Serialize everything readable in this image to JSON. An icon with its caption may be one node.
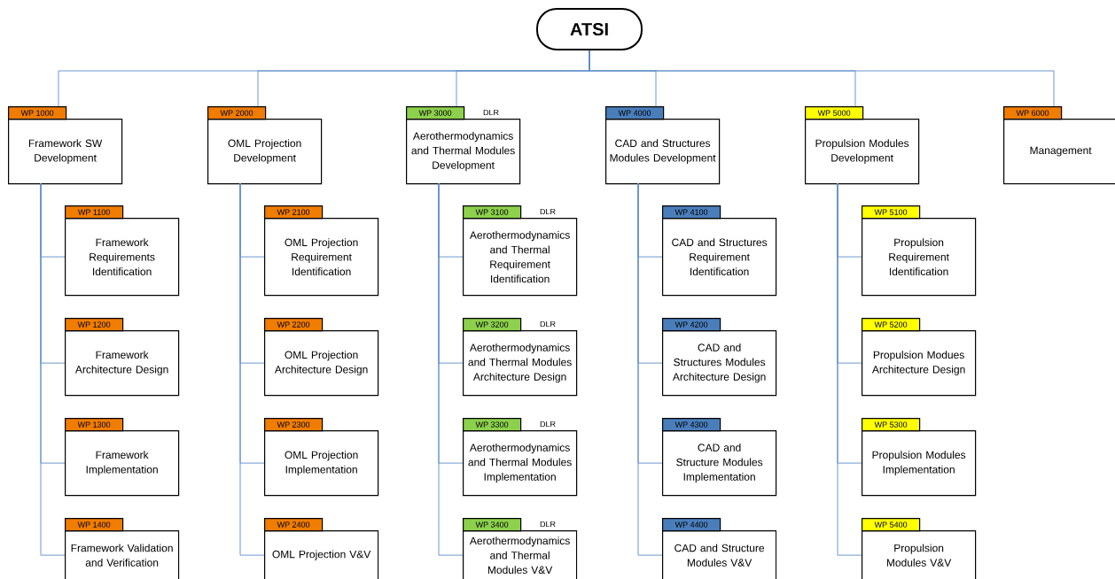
{
  "diagram": {
    "nodes": [
      {
        "text": [
          "ATSI"
        ]
      },
      {
        "text": [
          "WP 1000",
          "Framework SW Development"
        ]
      },
      {
        "text": [
          "WP 1100",
          "Framework Requirements Identification"
        ]
      },
      {
        "text": [
          "WP 1200",
          "Framework Architecture Design"
        ]
      },
      {
        "text": [
          "WP 1300",
          "Framework Implementation"
        ]
      },
      {
        "text": [
          "WP 1400",
          "Framework Validation and Verification"
        ]
      },
      {
        "text": [
          "WP 2000",
          "OML Projection Development"
        ]
      },
      {
        "text": [
          "WP 2100",
          "OML Projection Requirement Identification"
        ]
      },
      {
        "text": [
          "WP 2200",
          "OML Projection Architecture Design"
        ]
      },
      {
        "text": [
          "WP 2300",
          "OML Projection Implementation"
        ]
      },
      {
        "text": [
          "WP 2400",
          "OML Projection V&V"
        ]
      },
      {
        "text": [
          "WP 3000",
          "Aerothermodynamics and Thermal Modules Development"
        ],
        "beside": [
          "DLR"
        ]
      },
      {
        "text": [
          "WP 3100",
          "Aerothermodynamics and Thermal Requirement Identification"
        ],
        "beside": [
          "DLR"
        ]
      },
      {
        "text": [
          "WP 3200",
          "Aerothermodynamics and Thermal Modules Architecture Design"
        ],
        "beside": [
          "DLR"
        ]
      },
      {
        "text": [
          "WP 3300",
          "Aerothermodynamics and Thermal Modules Implementation"
        ],
        "beside": [
          "DLR"
        ]
      },
      {
        "text": [
          "WP 3400",
          "Aerothermodynamics and Thermal Modules V&V"
        ],
        "beside": [
          "DLR"
        ]
      },
      {
        "text": [
          "WP 4000",
          "CAD and Structures Modules Development"
        ]
      },
      {
        "text": [
          "WP 4100",
          "CAD and Structures Requirement Identification"
        ]
      },
      {
        "text": [
          "WP 4200",
          "CAD and Structures Modules Architecture Design"
        ]
      },
      {
        "text": [
          "WP 4300",
          "CAD and Structure Modules Implementation"
        ]
      },
      {
        "text": [
          "WP 4400",
          "CAD and Structure Modules V&V"
        ]
      },
      {
        "text": [
          "WP 5000",
          "Propulsion Modules Development"
        ]
      },
      {
        "text": [
          "WP 5100",
          "Propulsion Requirement Identification"
        ]
      },
      {
        "text": [
          "WP 5200",
          "Propulsion Modues Architecture Design"
        ]
      },
      {
        "text": [
          "WP 5300",
          "Propulsion Modules Implementation"
        ]
      },
      {
        "text": [
          "WP 5400",
          "Propulsion Modules V&V"
        ]
      },
      {
        "text": [
          "WP 6000",
          "Management"
        ]
      }
    ],
    "edges": [
      {
        "from": 0,
        "to": 1,
        "arrow": "none"
      },
      {
        "from": 0,
        "to": 6,
        "arrow": "none"
      },
      {
        "from": 0,
        "to": 11,
        "arrow": "none"
      },
      {
        "from": 0,
        "to": 16,
        "arrow": "none"
      },
      {
        "from": 0,
        "to": 21,
        "arrow": "none"
      },
      {
        "from": 0,
        "to": 26,
        "arrow": "none"
      },
      {
        "from": 1,
        "to": 2,
        "arrow": "none"
      },
      {
        "from": 1,
        "to": 3,
        "arrow": "none"
      },
      {
        "from": 1,
        "to": 4,
        "arrow": "none"
      },
      {
        "from": 1,
        "to": 5,
        "arrow": "none"
      },
      {
        "from": 6,
        "to": 7,
        "arrow": "none"
      },
      {
        "from": 6,
        "to": 8,
        "arrow": "none"
      },
      {
        "from": 6,
        "to": 9,
        "arrow": "none"
      },
      {
        "from": 6,
        "to": 10,
        "arrow": "none"
      },
      {
        "from": 11,
        "to": 12,
        "arrow": "none"
      },
      {
        "from": 11,
        "to": 13,
        "arrow": "none"
      },
      {
        "from": 11,
        "to": 14,
        "arrow": "none"
      },
      {
        "from": 11,
        "to": 15,
        "arrow": "none"
      },
      {
        "from": 16,
        "to": 17,
        "arrow": "none"
      },
      {
        "from": 16,
        "to": 18,
        "arrow": "none"
      },
      {
        "from": 16,
        "to": 19,
        "arrow": "none"
      },
      {
        "from": 16,
        "to": 20,
        "arrow": "none"
      },
      {
        "from": 21,
        "to": 22,
        "arrow": "none"
      },
      {
        "from": 21,
        "to": 23,
        "arrow": "none"
      },
      {
        "from": 21,
        "to": 24,
        "arrow": "none"
      },
      {
        "from": 21,
        "to": 25,
        "arrow": "none"
      }
    ]
  }
}
